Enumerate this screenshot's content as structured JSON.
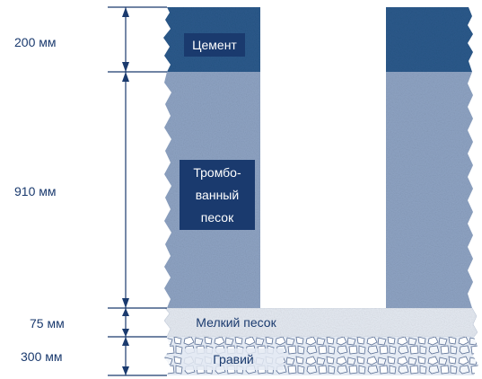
{
  "dimensions": {
    "cement": "200 мм",
    "sand": "910 мм",
    "fine_sand": "75 мм",
    "gravel": "300 мм"
  },
  "layers": {
    "cement": "Цемент",
    "sand_line1": "Тромбо-",
    "sand_line2": "ванный",
    "sand_line3": "песок",
    "fine_sand": "Мелкий песок",
    "gravel": "Гравий"
  },
  "colors": {
    "cement": "#2b5a8c",
    "sand": "#8fa4c4",
    "fine_sand": "#e6ebf3",
    "gravel": "#ccd6e6",
    "label_bg": "#1a3a6e",
    "dimension_lines": "#1a3a6e"
  }
}
